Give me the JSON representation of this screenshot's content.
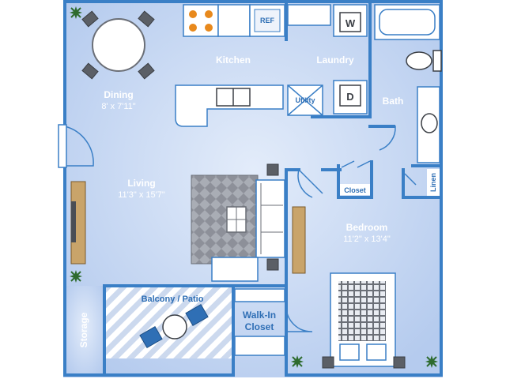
{
  "rooms": {
    "kitchen": {
      "label": "Kitchen"
    },
    "laundry": {
      "label": "Laundry"
    },
    "dining": {
      "label": "Dining",
      "dims": "8' x 7'11\""
    },
    "bath": {
      "label": "Bath"
    },
    "living": {
      "label": "Living",
      "dims": "11'3\" x 15'7\""
    },
    "bedroom": {
      "label": "Bedroom",
      "dims": "11'2\" x 13'4\""
    },
    "balcony": {
      "label": "Balcony / Patio"
    },
    "walkin": {
      "label_line1": "Walk-In",
      "label_line2": "Closet"
    },
    "storage": {
      "label": "Storage"
    }
  },
  "fixtures": {
    "fridge": "REF",
    "washer": "W",
    "dryer": "D",
    "utility": "Utility",
    "closet": "Closet",
    "linen": "Linen"
  },
  "colors": {
    "floor": "#c4d6f1",
    "wall": "#3a7fc6",
    "text": "#ffffff"
  }
}
